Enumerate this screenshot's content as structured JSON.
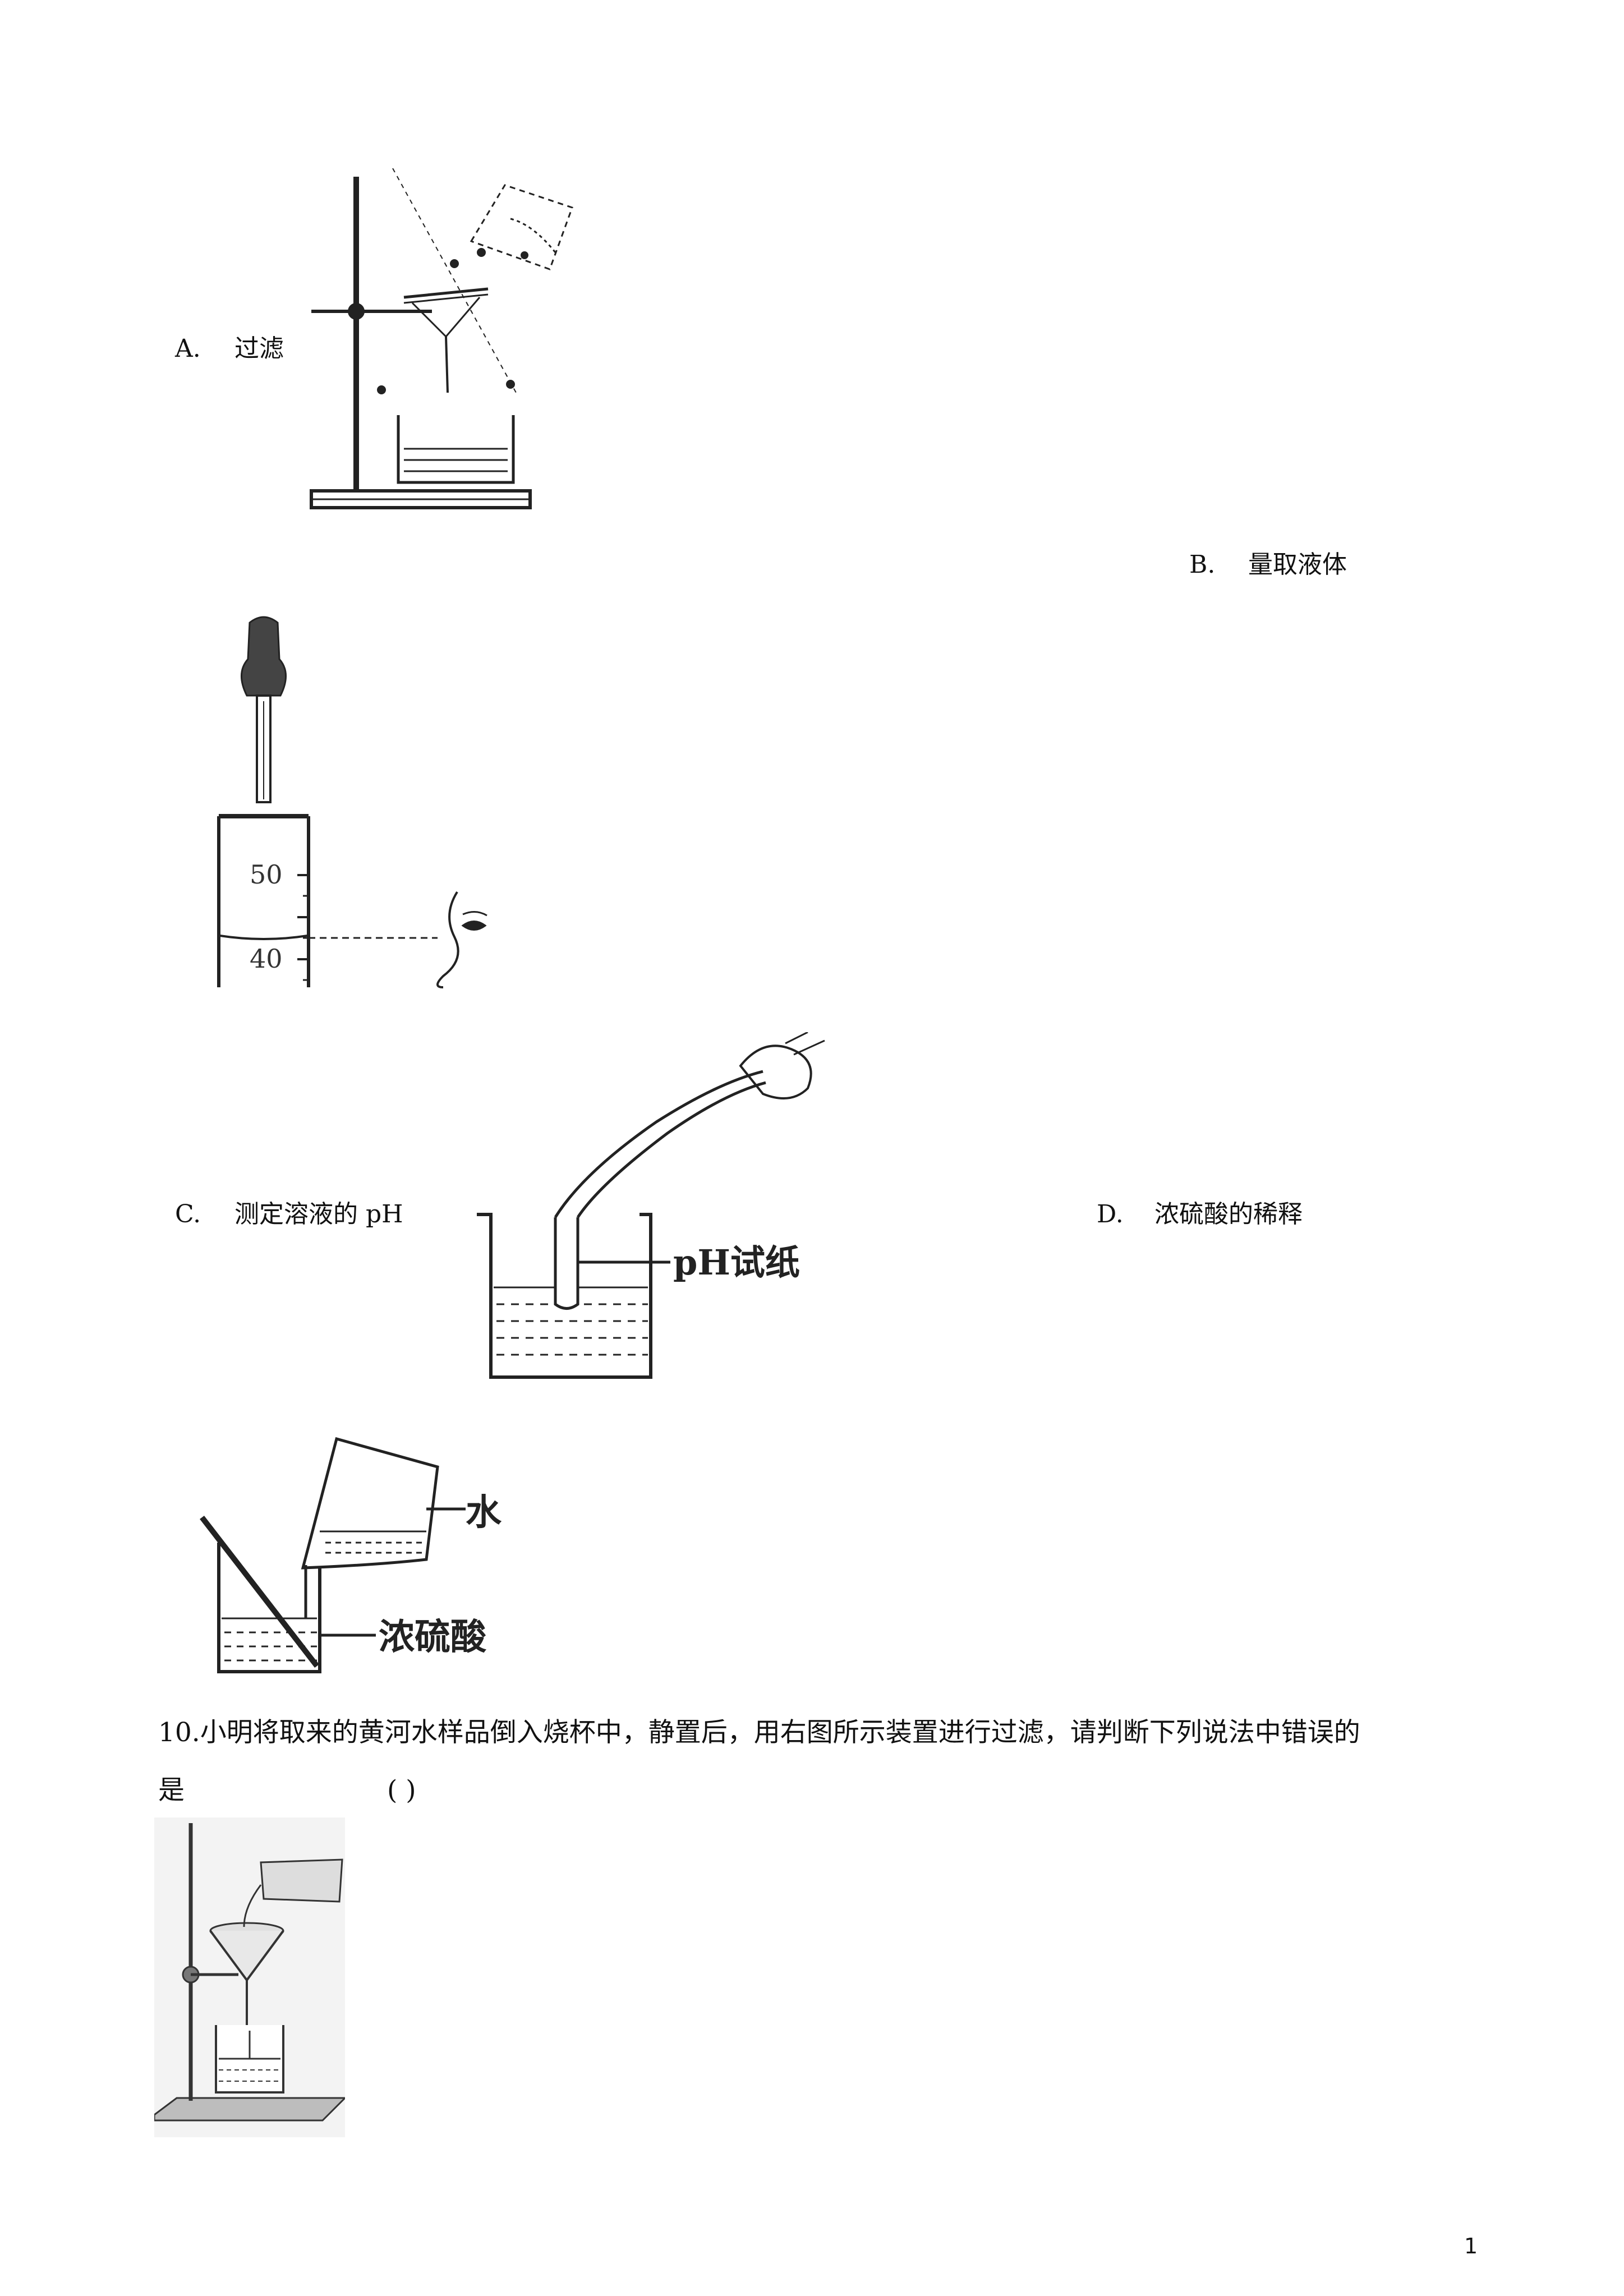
{
  "options": {
    "a": {
      "letter": "A.",
      "label": "过滤"
    },
    "b": {
      "letter": "B.",
      "label": "量取液体"
    },
    "c": {
      "letter": "C.",
      "label": "测定溶液的 pH"
    },
    "d": {
      "letter": "D.",
      "label": "浓硫酸的稀释"
    }
  },
  "figures": {
    "b_marks": {
      "upper": "50",
      "lower": "40"
    },
    "c_label": "pH试纸",
    "d_labels": {
      "top": "水",
      "bottom": "浓硫酸"
    }
  },
  "question": {
    "line1": "10.小明将取来的黄河水样品倒入烧杯中，静置后，用右图所示装置进行过滤，请判断下列说法中错误的",
    "line2_start": "是",
    "line2_paren": "( )"
  },
  "footer": {
    "page_number": "1"
  }
}
